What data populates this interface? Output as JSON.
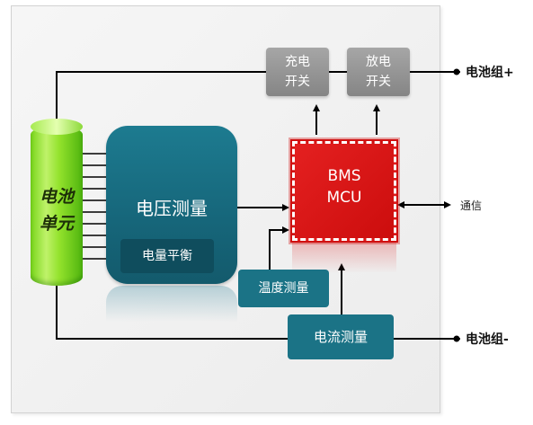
{
  "battery_cell": {
    "label_line1": "电池",
    "label_line2": "单元"
  },
  "voltage_measure": {
    "label": "电压测量",
    "balance_label": "电量平衡"
  },
  "mcu": {
    "line1": "BMS",
    "line2": "MCU"
  },
  "charge_switch": {
    "line1": "充电",
    "line2": "开关"
  },
  "discharge_switch": {
    "line1": "放电",
    "line2": "开关"
  },
  "temperature_measure": {
    "label": "温度测量"
  },
  "current_measure": {
    "label": "电流测量"
  },
  "battery_pack_pos": {
    "label": "电池组+"
  },
  "battery_pack_neg": {
    "label": "电池组-"
  },
  "communication": {
    "label": "通信"
  },
  "colors": {
    "cell_green": "#79d61a",
    "teal": "#1b7386",
    "dark_teal": "#0f4d5d",
    "mcu_red": "#e42020",
    "switch_gray": "#9a9a9a"
  }
}
